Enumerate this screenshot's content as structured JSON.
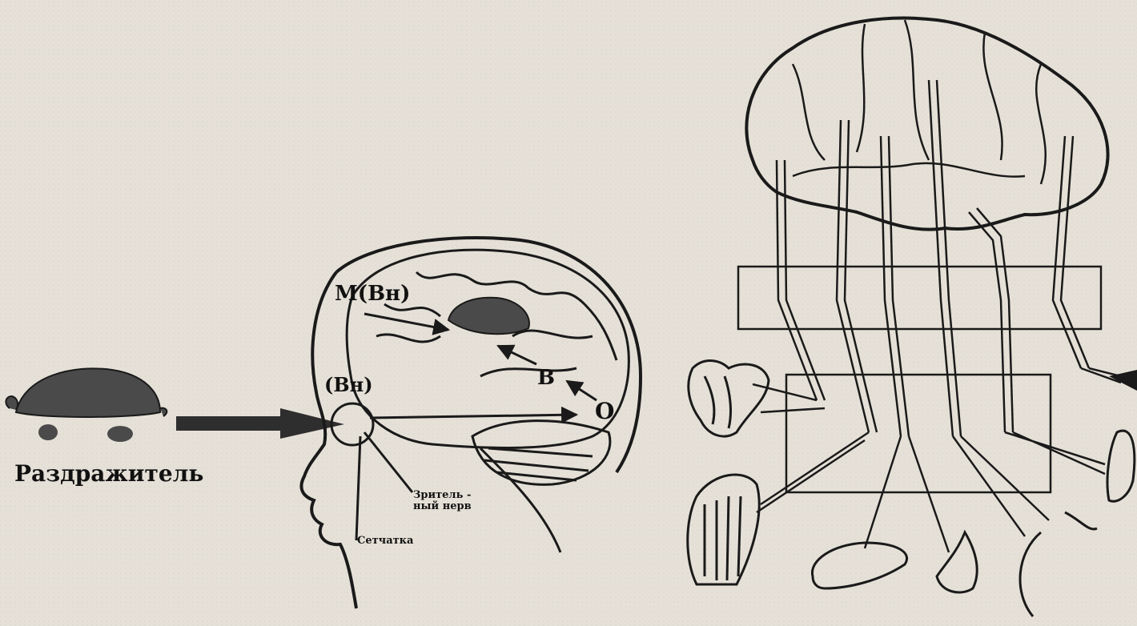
{
  "labels": {
    "stimulus": "Раздражитель",
    "m_vn": "М(Вн)",
    "vn": "(Вн)",
    "b": "В",
    "o": "О",
    "optic_nerve": "Зритель -\nный нерв",
    "retina": "Сетчатка"
  },
  "colors": {
    "paper": "#e6e1d8",
    "ink": "#1a1a1a",
    "fill": "#4a4a4a"
  }
}
